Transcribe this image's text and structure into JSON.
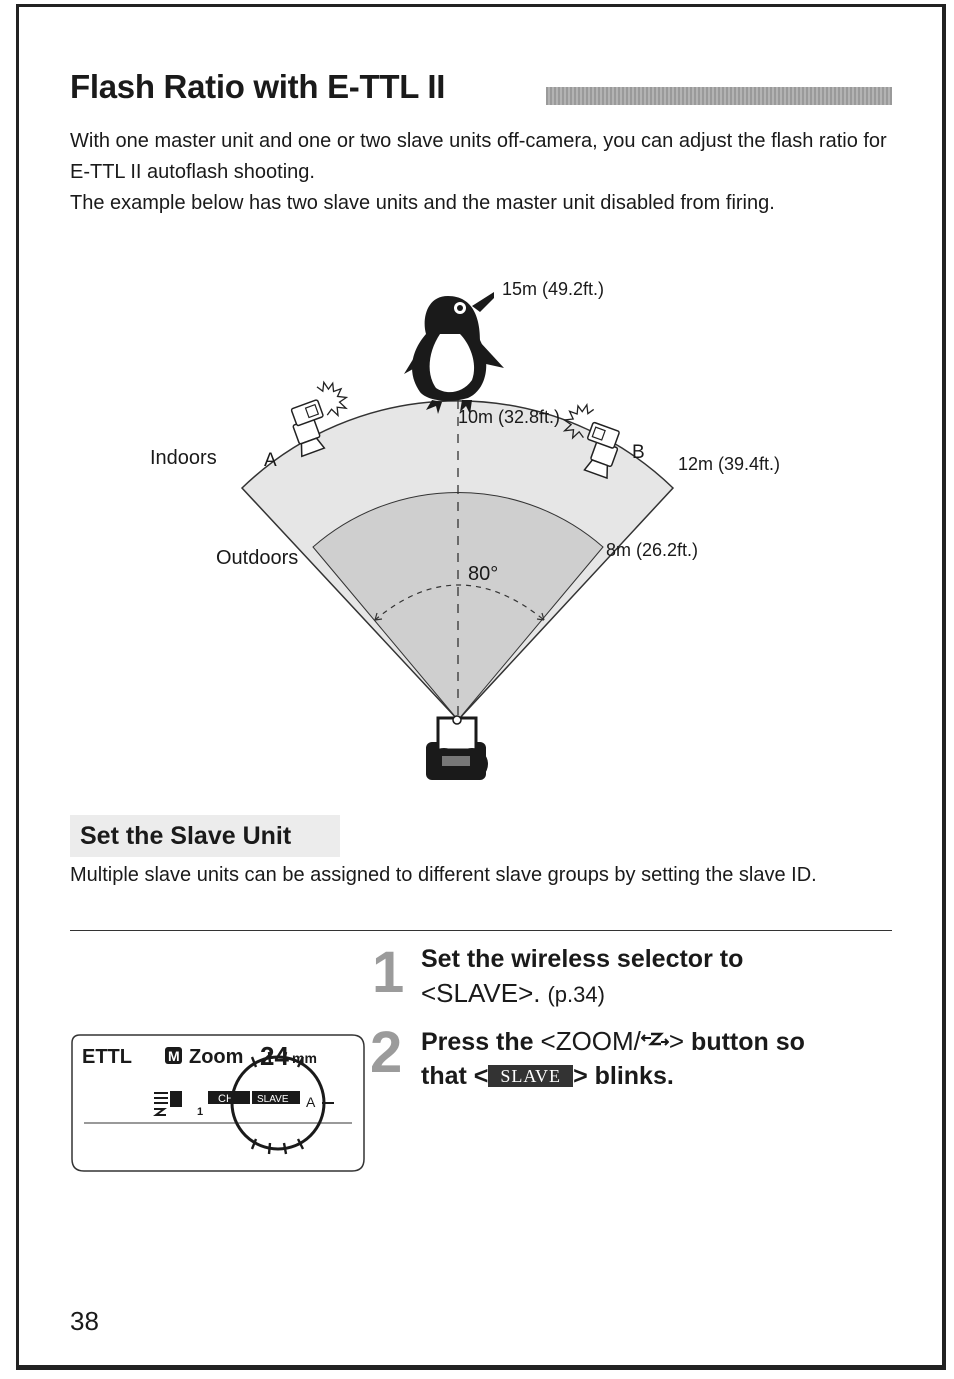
{
  "page": {
    "title": "Flash Ratio with E-TTL II",
    "intro": [
      "With one master unit and one or two slave units off-camera, you can adjust the flash ratio for E-TTL II autoflash shooting.",
      "The example below has two slave units and the master unit disabled from firing."
    ],
    "page_number": "38"
  },
  "diagram": {
    "labels": {
      "outer_top": "15m (49.2ft.)",
      "inner_top": "10m (32.8ft.)",
      "outer_right": "12m (39.4ft.)",
      "inner_right": "8m (26.2ft.)",
      "indoors": "Indoors",
      "outdoors": "Outdoors",
      "angle": "80°",
      "unit_a": "A",
      "unit_b": "B"
    },
    "colors": {
      "outer_fill": "#e6e6e6",
      "inner_fill": "#cfcfcf",
      "line": "#333333"
    },
    "icons": [
      "penguin-icon",
      "flash-unit-a-icon",
      "flash-unit-b-icon",
      "camera-icon"
    ]
  },
  "section": {
    "heading": "Set the Slave Unit",
    "description": "Multiple slave units can be assigned to different slave groups by setting the slave ID."
  },
  "steps": [
    {
      "number": "1",
      "text_bold": "Set the wireless selector to",
      "mode": "<SLAVE>.",
      "ref": "(p.34)"
    },
    {
      "number": "2",
      "pre": "Press the ",
      "mode": "<ZOOM/",
      "mode_end": ">",
      "post": " button so",
      "line2_pre": "that <",
      "chip": "SLAVE",
      "line2_post": "> blinks."
    }
  ],
  "lcd": {
    "mode": "ETTL",
    "zoom_badge": "M",
    "zoom_label": "Zoom",
    "zoom_value": "24",
    "zoom_unit": "mm",
    "ch_label": "CH",
    "slave_label": "SLAVE",
    "group_label": "A",
    "channel_value": "1"
  }
}
